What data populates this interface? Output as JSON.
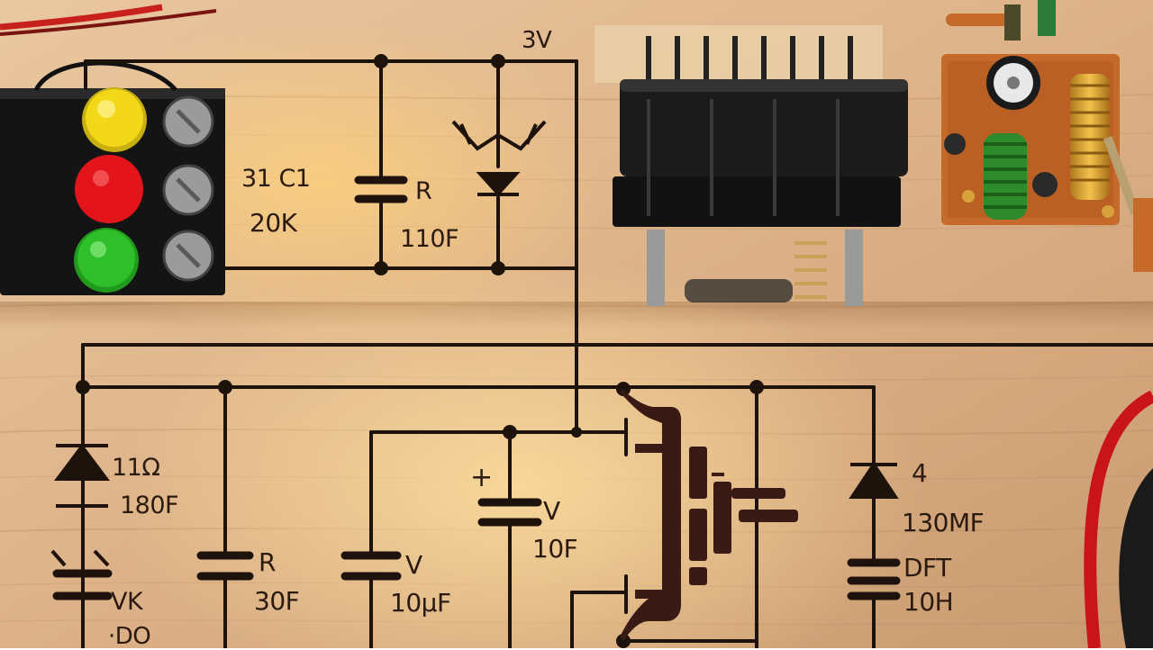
{
  "labels": {
    "top_voltage": "3V",
    "left_top_1": "31 C1",
    "left_top_2": "20K",
    "mid_top_cap_r": "R",
    "mid_top_cap_value": "110F",
    "left_diode_1": "11Ω",
    "left_diode_2": "180F",
    "left_bottom_1": "VK",
    "left_bottom_2": "·DO",
    "cap_r": "R",
    "cap_r_value": "30F",
    "cap_v_left": "V",
    "cap_v_left_value": "10μF",
    "plus_sign": "+",
    "cap_v_mid": "V",
    "cap_v_mid_value": "10F",
    "right_diode_num": "4",
    "right_value_1": "130ΜF",
    "right_value_2": "DFT",
    "right_value_3": "10H"
  },
  "colors": {
    "wood_light": "#e6c39a",
    "wood_dark": "#b98a5e",
    "ink": "#1e120c",
    "glow": "#ffd27a",
    "led_yellow": "#f3d81a",
    "led_red": "#e3141a",
    "led_green": "#2fbf2a",
    "pcb": "#c56a2a",
    "copper": "#d7a23a"
  },
  "icons": {
    "terminal_block": "terminal-block-icon",
    "relay": "relay-icon",
    "pcb_board": "pcb-board-icon"
  }
}
